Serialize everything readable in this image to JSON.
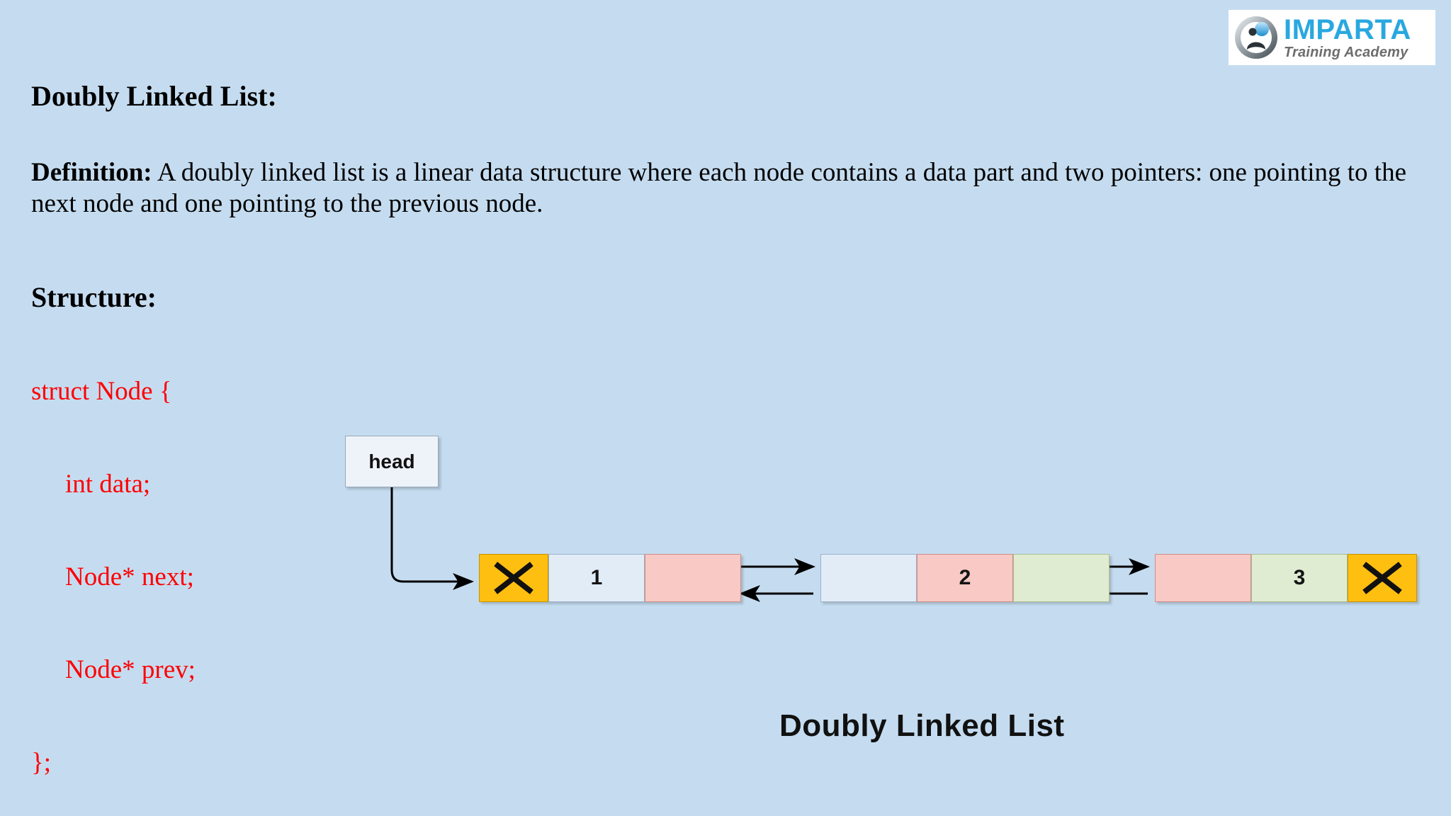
{
  "logo": {
    "title": "IMPARTA",
    "subtitle": "Training Academy",
    "icon": "person-circle-icon",
    "title_color": "#29a8e0",
    "subtitle_color": "#6d6d6d"
  },
  "slide": {
    "background_color": "#c5dcf0",
    "title": "Doubly Linked List:",
    "definition_label": "Definition:",
    "definition_text": " A doubly linked list is a linear data structure where each node contains a data part and two pointers: one pointing to the next node and one pointing to the previous node.",
    "structure_label": "Structure:",
    "code_color": "#fe0000",
    "code_lines": [
      "struct Node {",
      "int data;",
      "Node* next;",
      "Node* prev;",
      "};"
    ]
  },
  "diagram": {
    "head_label": "head",
    "caption": "Doubly Linked List",
    "null_marker": "X",
    "colors": {
      "null_cell": "#ffbf11",
      "blue_cell": "#e2ecf7",
      "pink_cell": "#f8c9c5",
      "green_cell": "#e0ecd2",
      "arrow": "#000000"
    },
    "nodes": [
      {
        "value": "1",
        "prev_cell": "null",
        "prev_color": "#ffbf11",
        "data_color": "#e2ecf7",
        "next_color": "#f8c9c5"
      },
      {
        "value": "2",
        "prev_color": "#e2ecf7",
        "data_color": "#f8c9c5",
        "next_color": "#e0ecd2"
      },
      {
        "value": "3",
        "prev_color": "#f8c9c5",
        "data_color": "#e0ecd2",
        "next_cell": "null",
        "next_color": "#ffbf11"
      }
    ]
  }
}
